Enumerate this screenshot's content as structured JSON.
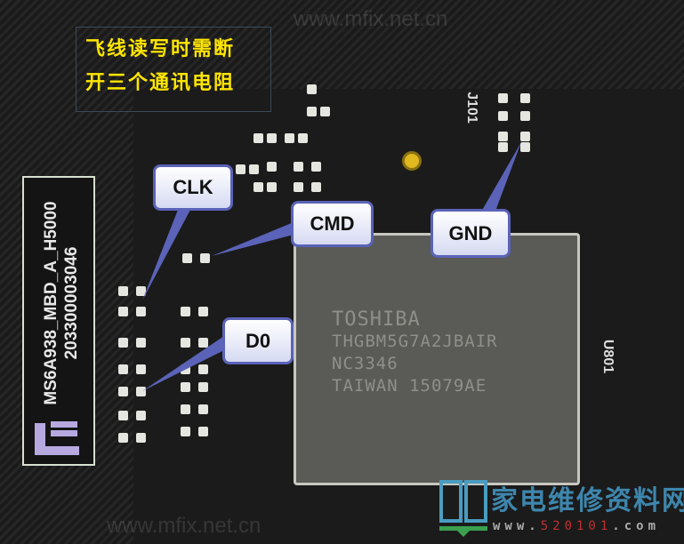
{
  "note": {
    "line1": "飞线读写时需断",
    "line2": "开三个通讯电阻"
  },
  "board_label": {
    "line1": "MS6A938_MBD_A_H5000",
    "line2": "203300003046"
  },
  "chip": {
    "lines": [
      "TOSHIBA",
      "THGBM5G7A2JBAIR",
      "NC3346",
      "TAIWAN 15079AE"
    ]
  },
  "callouts": {
    "clk": "CLK",
    "cmd": "CMD",
    "gnd": "GND",
    "d0": "D0"
  },
  "silkscreen": {
    "j101": "J101",
    "u801": "U801"
  },
  "watermark": {
    "title": "家电维修资料网",
    "url_prefix": "www.",
    "url_num": "520101",
    "url_suffix": ".com",
    "faint": "www.mfix.net.cn"
  },
  "colors": {
    "note": "#ffe600",
    "callout_border": "#5a63b8",
    "chip": "#5a5a57"
  }
}
